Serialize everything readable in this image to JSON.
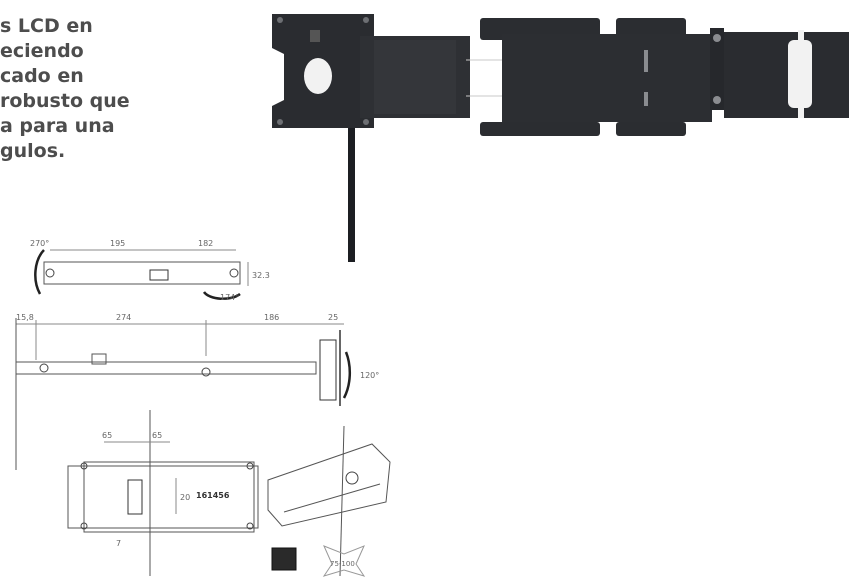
{
  "description_lines": [
    "s LCD en",
    "eciendo",
    "cado en",
    "robusto que",
    "a para una",
    "gulos."
  ],
  "dimensions": {
    "side_rotation": "270°",
    "side_width_1": "195",
    "side_width_2": "182",
    "side_height": "32.3",
    "side_tilt": "174°",
    "front_offset": "15,8",
    "front_width_1": "274",
    "front_width_2": "186",
    "front_width_3": "25",
    "front_tilt": "120°",
    "top_spacing_1": "65",
    "top_spacing_2": "65",
    "top_height": "20",
    "top_bottom": "7",
    "product_code": "161456",
    "vesa_label": "75-100"
  }
}
